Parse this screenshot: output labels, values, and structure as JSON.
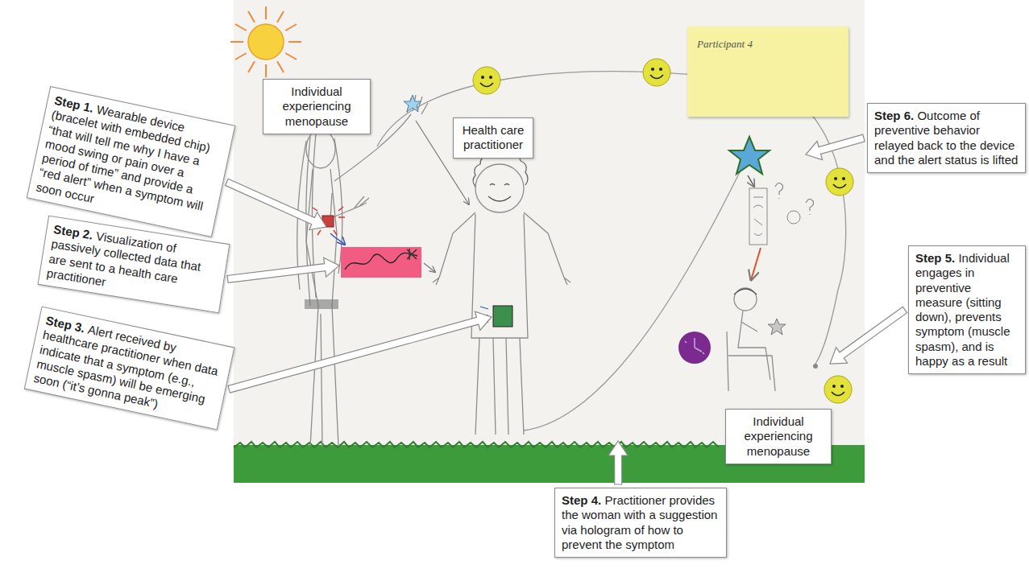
{
  "diagram": {
    "nodes": [
      {
        "text": [
          "Individual experiencing menopause"
        ]
      },
      {
        "text": [
          "Health care practitioner"
        ]
      },
      {
        "text": [
          "Participant 4"
        ]
      },
      {
        "text": [
          "Step 1.",
          "Wearable device (bracelet with embedded chip) “that will tell me why I have a mood swing or pain over a period of time” and provide a “red alert” when a symptom will soon occur"
        ]
      },
      {
        "text": [
          "Step 2.",
          "Visualization of passively collected data that are sent to a health care practitioner"
        ]
      },
      {
        "text": [
          "Step 3.",
          "Alert received by healthcare practitioner when data indicate that a symptom (e.g., muscle spasm) will be emerging soon (“it’s gonna peak”)"
        ]
      },
      {
        "text": [
          "Step 4.",
          "Practitioner provides the woman with a suggestion via hologram of how to prevent the symptom"
        ]
      },
      {
        "text": [
          "Step 5.",
          "Individual engages in preventive measure (sitting down), prevents symptom (muscle spasm), and is happy as a result"
        ]
      },
      {
        "text": [
          "Step 6.",
          "Outcome of preventive behavior relayed back to the device and the alert status is lifted"
        ]
      },
      {
        "text": [
          "Individual experiencing menopause"
        ]
      }
    ]
  }
}
